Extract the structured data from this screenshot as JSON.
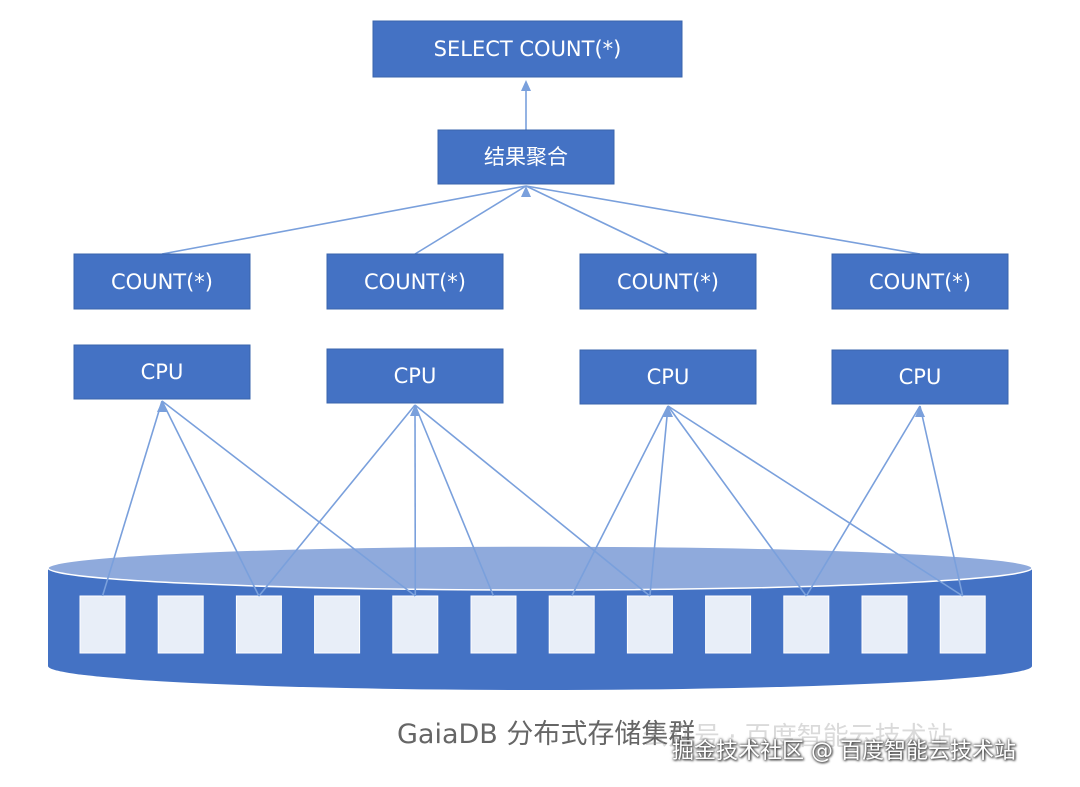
{
  "nodes": {
    "select": "SELECT COUNT(*)",
    "aggregate": "结果聚合",
    "counts": [
      "COUNT(*)",
      "COUNT(*)",
      "COUNT(*)",
      "COUNT(*)"
    ],
    "cpus": [
      "CPU",
      "CPU",
      "CPU",
      "CPU"
    ]
  },
  "storage": {
    "cell_count": 12
  },
  "caption": "GaiaDB 分布式存储集群",
  "watermark": {
    "faded": "公众号 · 百度智能云技术站",
    "main": "掘金技术社区 @ 百度智能云技术站"
  },
  "colors": {
    "box": "#4472c4",
    "connector": "#7aa0dc",
    "cylinder_body": "#4472c4",
    "cylinder_top": "#8faadc",
    "cell": "#e8eef8"
  }
}
